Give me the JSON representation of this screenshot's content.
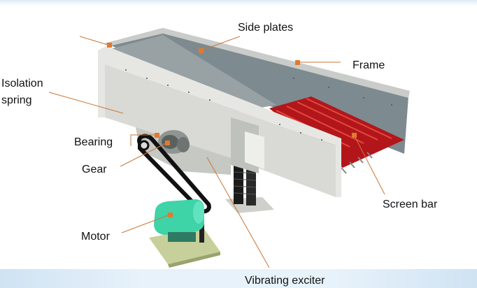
{
  "labels": {
    "side_plates": "Side plates",
    "frame": "Frame",
    "isolation_spring": "Isolation\nspring",
    "bearing": "Bearing",
    "gear": "Gear",
    "motor": "Motor",
    "screen_bar": "Screen bar",
    "vibrating_exciter": "Vibrating exciter"
  },
  "colors": {
    "leader_line": "#c8773a",
    "marker": "#e07a2e",
    "screen_bar": "#b3161a",
    "motor": "#3fd3a8",
    "body": "#d9dad5"
  }
}
